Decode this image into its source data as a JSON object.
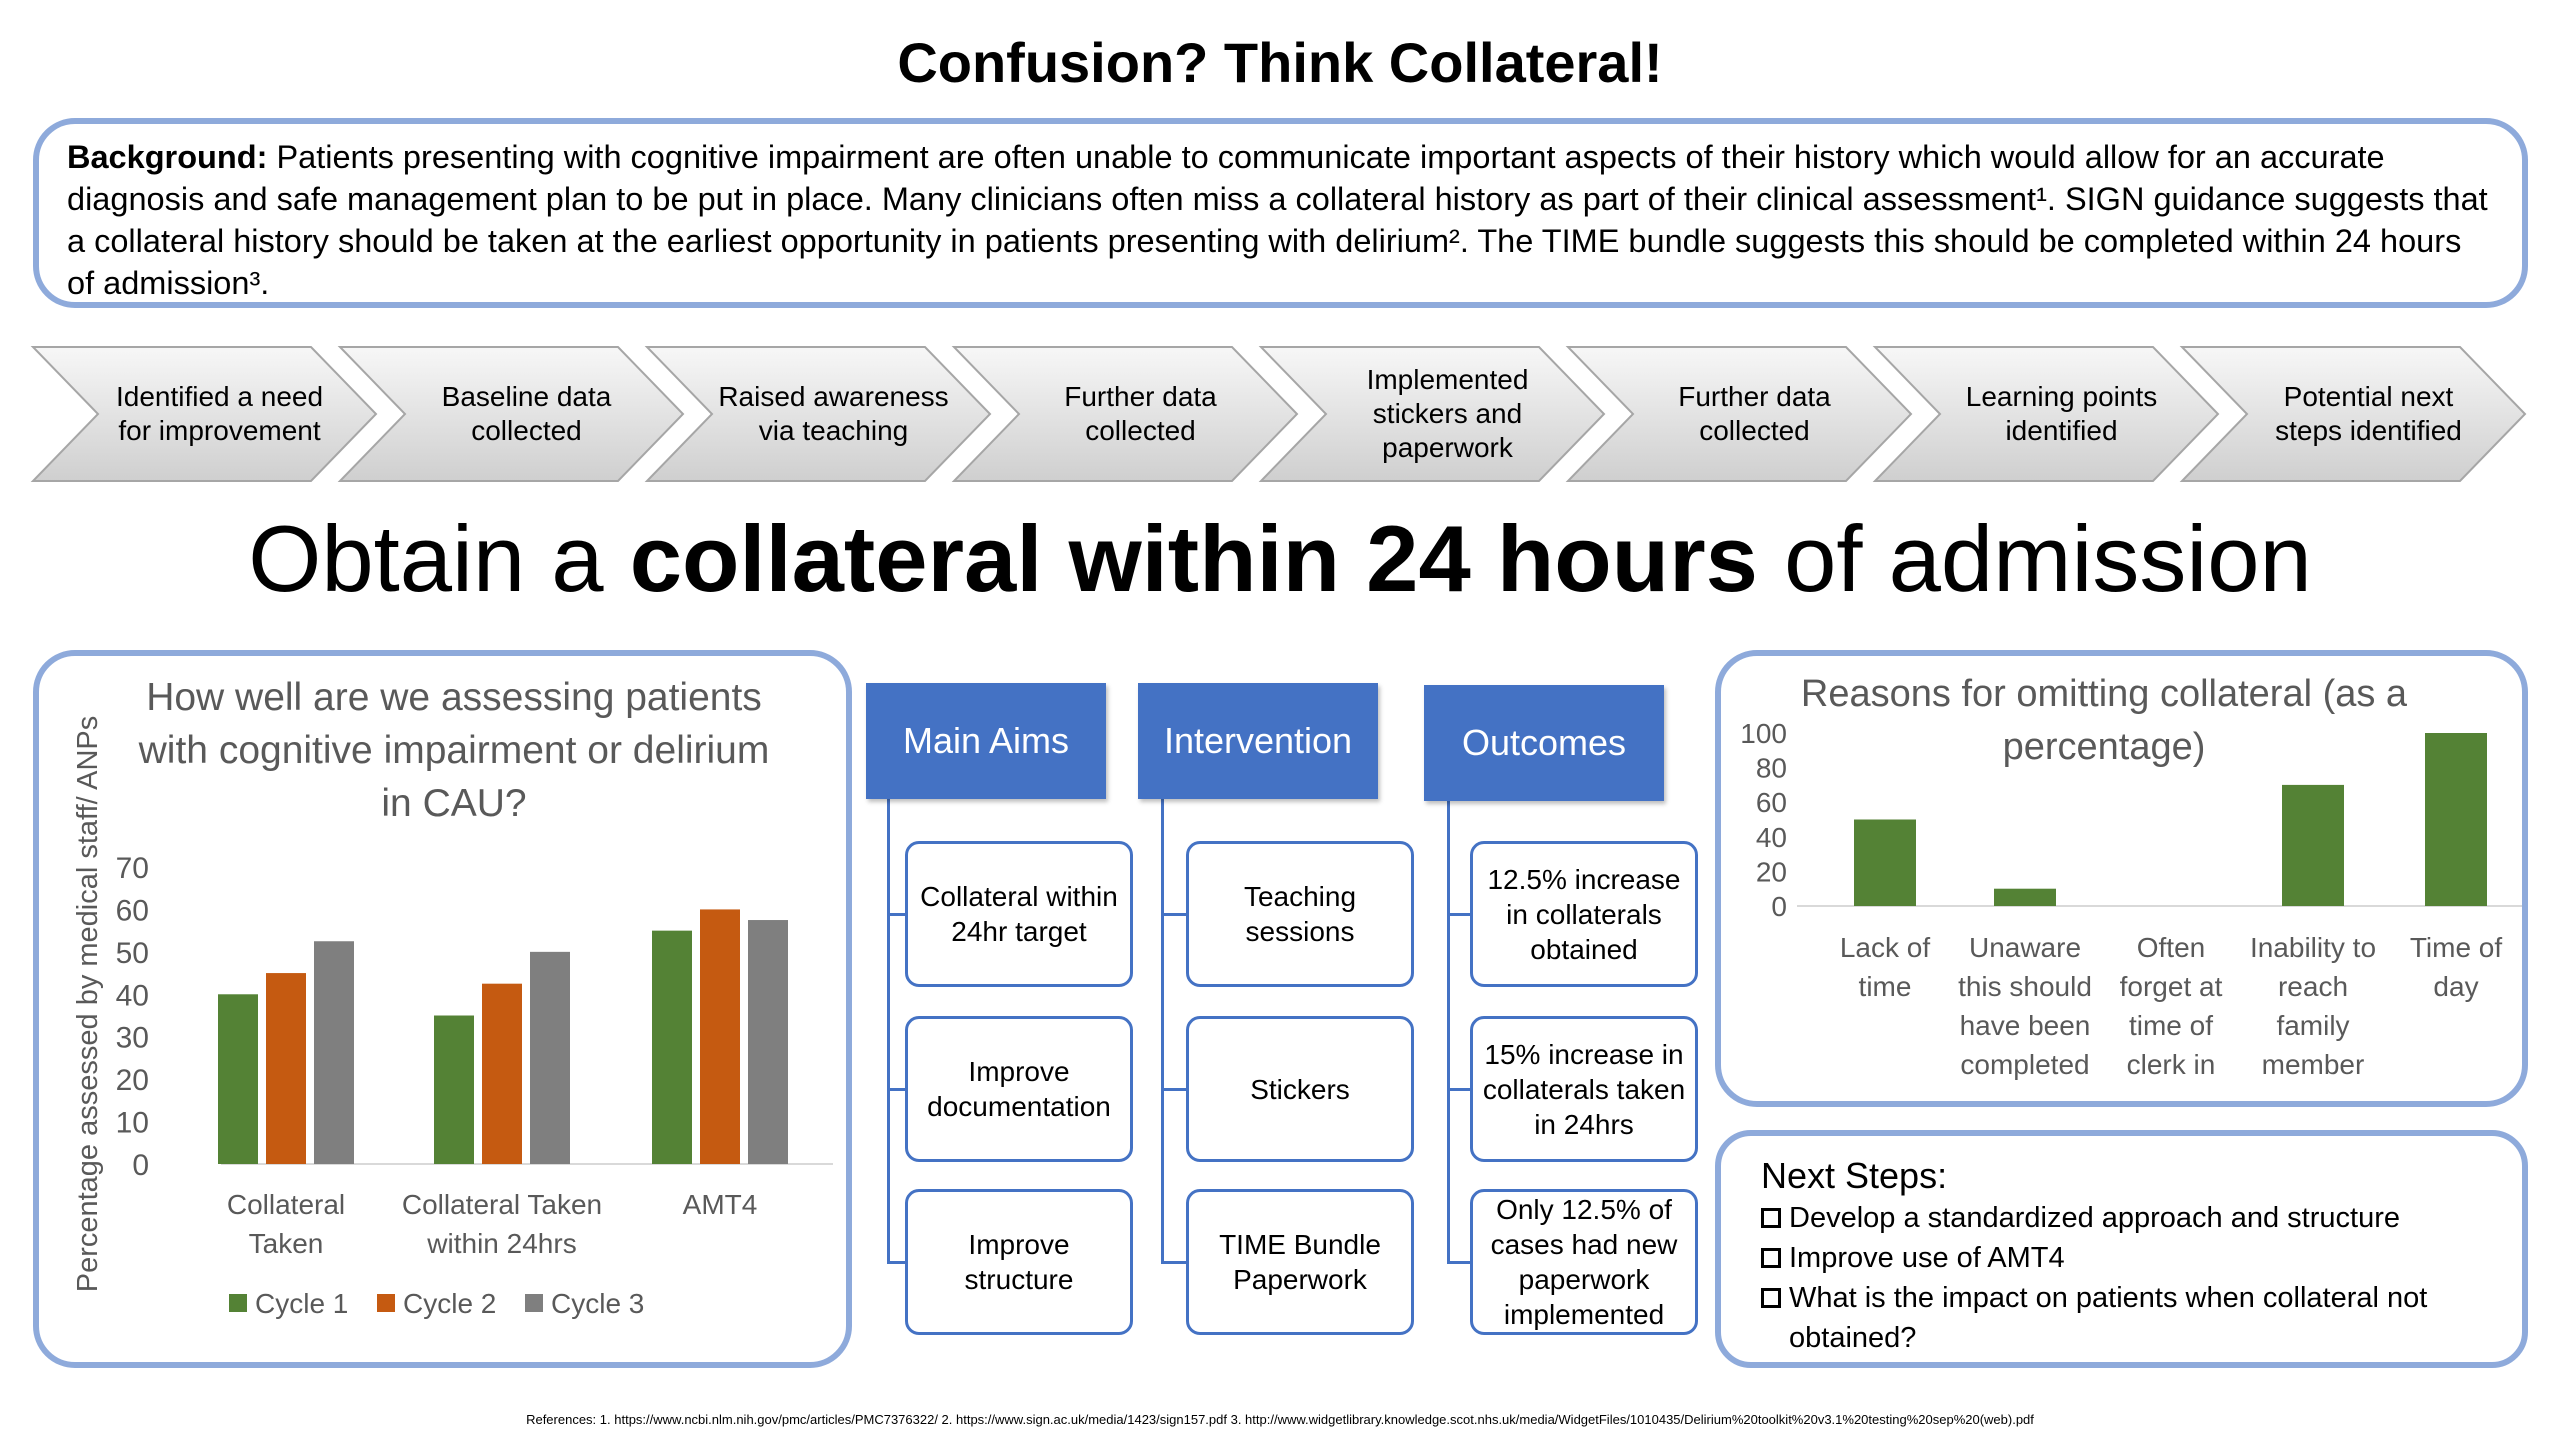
{
  "title": "Confusion? Think Collateral!",
  "background": {
    "label": "Background:",
    "text": " Patients presenting with cognitive impairment are often unable to communicate important aspects of their history which would allow for an accurate diagnosis and safe management plan to be put in place. Many clinicians often miss a collateral history as part of their clinical assessment¹. SIGN guidance suggests that a collateral history should be taken at the earliest opportunity in patients presenting with delirium². The TIME bundle suggests this should be completed within 24 hours of admission³."
  },
  "process_steps": [
    "Identified a need for improvement",
    "Baseline data collected",
    "Raised awareness via teaching",
    "Further data collected",
    "Implemented stickers and paperwork",
    "Further data collected",
    "Learning points identified",
    "Potential next steps identified"
  ],
  "headline": {
    "pre": "Obtain a ",
    "bold": "collateral within 24 hours",
    "post": " of admission"
  },
  "columns": [
    {
      "header": "Main Aims",
      "items": [
        "Collateral within 24hr target",
        "Improve documentation",
        "Improve structure"
      ]
    },
    {
      "header": "Intervention",
      "items": [
        "Teaching sessions",
        "Stickers",
        "TIME Bundle Paperwork"
      ]
    },
    {
      "header": "Outcomes",
      "items": [
        "12.5% increase in collaterals obtained",
        "15% increase in collaterals taken in 24hrs",
        "Only 12.5% of cases had new paperwork implemented"
      ]
    }
  ],
  "next_steps": {
    "title": "Next Steps:",
    "items": [
      "Develop a standardized approach and structure",
      "Improve use of AMT4",
      "What is the impact on patients when collateral not obtained?"
    ]
  },
  "references": "References: 1. https://www.ncbi.nlm.nih.gov/pmc/articles/PMC7376322/  2. https://www.sign.ac.uk/media/1423/sign157.pdf  3. http://www.widgetlibrary.knowledge.scot.nhs.uk/media/WidgetFiles/1010435/Delirium%20toolkit%20v3.1%20testing%20sep%20(web).pdf",
  "chart_data": [
    {
      "type": "bar",
      "title_lines": [
        "How well are we assessing patients",
        "with cognitive impairment or delirium",
        "in CAU?"
      ],
      "ylabel": "Percentage assessed by medical staff/ ANPs",
      "xlabel": "",
      "categories": [
        [
          "Collateral",
          "Taken"
        ],
        [
          "Collateral Taken",
          "within 24hrs"
        ],
        [
          "AMT4"
        ]
      ],
      "yticks": [
        0,
        10,
        20,
        30,
        40,
        50,
        60,
        70
      ],
      "ylim": [
        0,
        70
      ],
      "legend": "bottom",
      "grid": false,
      "series": [
        {
          "name": "Cycle 1",
          "color": "#548235",
          "values": [
            40,
            35,
            55
          ]
        },
        {
          "name": "Cycle 2",
          "color": "#c55a11",
          "values": [
            45,
            42.5,
            60
          ]
        },
        {
          "name": "Cycle 3",
          "color": "#7f7f7f",
          "values": [
            52.5,
            50,
            57.5
          ]
        }
      ]
    },
    {
      "type": "bar",
      "title_lines": [
        "Reasons for omitting collateral (as a",
        "percentage)"
      ],
      "xlabel": "",
      "ylabel": "",
      "categories": [
        [
          "Lack of",
          "time"
        ],
        [
          "Unaware",
          "this should",
          "have been",
          "completed"
        ],
        [
          "Often",
          "forget at",
          "time of",
          "clerk in"
        ],
        [
          "Inability to",
          "reach",
          "family",
          "member"
        ],
        [
          "Time of",
          "day"
        ]
      ],
      "yticks": [
        0,
        20,
        40,
        60,
        80,
        100
      ],
      "ylim": [
        0,
        100
      ],
      "grid": false,
      "series": [
        {
          "name": "Percentage",
          "color": "#548235",
          "values": [
            50,
            10,
            0,
            70,
            100
          ]
        }
      ]
    }
  ]
}
